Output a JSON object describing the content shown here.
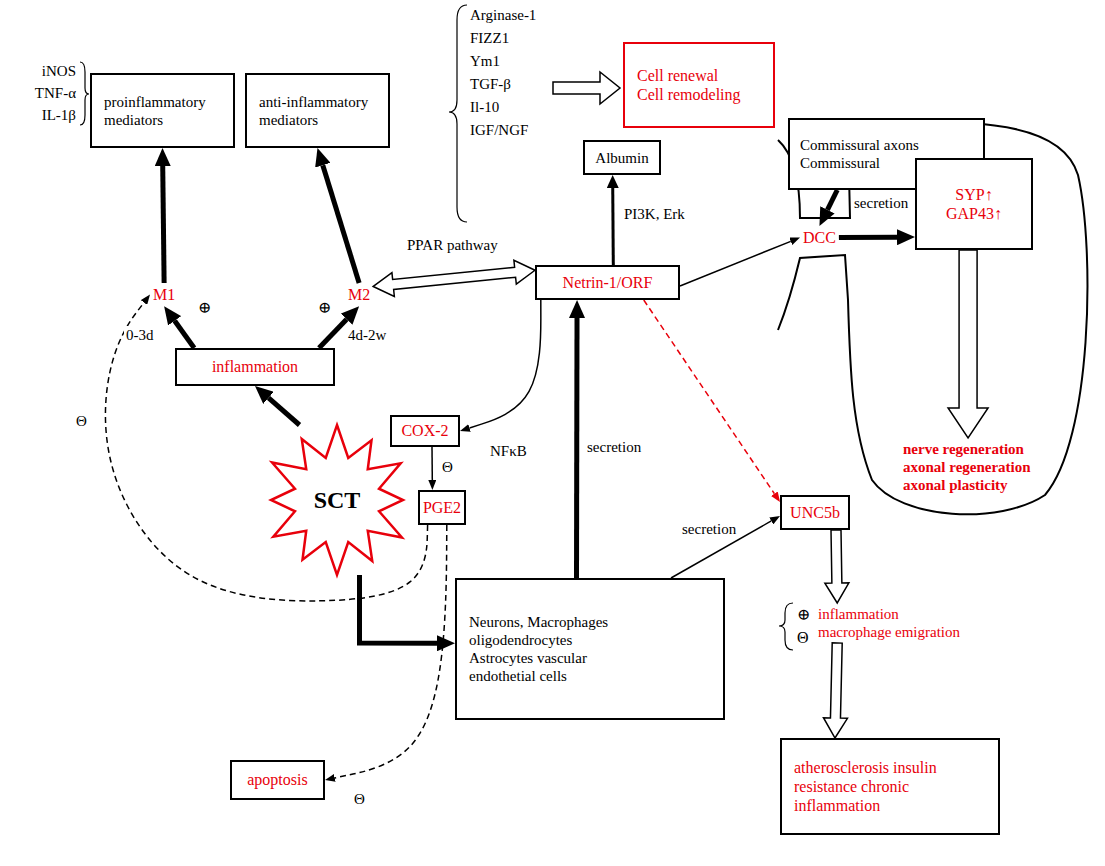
{
  "diagram": {
    "nodes": [
      {
        "text": [
          "proinflammatory mediators"
        ]
      },
      {
        "text": [
          "anti-inflammatory mediators"
        ]
      },
      {
        "text": [
          "Cell renewal Cell remodeling"
        ]
      },
      {
        "text": [
          "Commissural axons Commissural"
        ]
      },
      {
        "text": [
          "Albumin"
        ]
      },
      {
        "text": [
          "SYP↑ GAP43↑"
        ]
      },
      {
        "text": [
          "DCC"
        ]
      },
      {
        "text": [
          "M1"
        ]
      },
      {
        "text": [
          "M2"
        ]
      },
      {
        "text": [
          "Netrin-1/ORF"
        ]
      },
      {
        "text": [
          "inflammation"
        ]
      },
      {
        "text": [
          "nerve regeneration axonal regeneration axonal plasticity"
        ]
      },
      {
        "text": [
          "COX-2"
        ]
      },
      {
        "text": [
          "SCT"
        ]
      },
      {
        "text": [
          "UNC5b"
        ]
      },
      {
        "text": [
          "PGE2"
        ]
      },
      {
        "text": [
          "Neurons, Macrophages oligodendrocytes Astrocytes vascular endothetial cells"
        ]
      },
      {
        "text": [
          "inflammation",
          "macrophage emigration"
        ]
      },
      {
        "text": [
          "atherosclerosis insulin resistance chronic inflammation"
        ]
      },
      {
        "text": [
          "apoptosis"
        ]
      }
    ],
    "edges": [
      {
        "from": 7,
        "to": 0,
        "arrow": "to"
      },
      {
        "from": 8,
        "to": 1,
        "arrow": "to"
      },
      {
        "from": 8,
        "to": 9,
        "arrow": "both",
        "label": "PPAR pathway"
      },
      {
        "from": 9,
        "to": 4,
        "arrow": "to",
        "label": "PI3K, Erk"
      },
      {
        "from": 10,
        "to": 7,
        "arrow": "to",
        "label": "0-3d"
      },
      {
        "from": 10,
        "to": 8,
        "arrow": "to",
        "label": "4d-2w"
      },
      {
        "from": 13,
        "to": 10,
        "arrow": "to"
      },
      {
        "from": 13,
        "to": 16,
        "arrow": "to"
      },
      {
        "from": 16,
        "to": 9,
        "arrow": "to",
        "label": "secretion"
      },
      {
        "from": 16,
        "to": 14,
        "arrow": "to",
        "label": "secretion"
      },
      {
        "from": 9,
        "to": 12,
        "arrow": "to",
        "label": "NFκB"
      },
      {
        "from": 12,
        "to": 15,
        "arrow": "to",
        "label": "Θ"
      },
      {
        "from": 15,
        "to": 7,
        "arrow": "to",
        "label": "Θ"
      },
      {
        "from": 15,
        "to": 19,
        "arrow": "to",
        "label": "Θ"
      },
      {
        "from": 9,
        "to": 6,
        "arrow": "to"
      },
      {
        "from": 9,
        "to": 14,
        "arrow": "to"
      },
      {
        "from": 3,
        "to": 6,
        "arrow": "to",
        "label": "secretion"
      },
      {
        "from": 6,
        "to": 5,
        "arrow": "to"
      },
      {
        "from": 5,
        "to": 11,
        "arrow": "to"
      },
      {
        "from": 14,
        "to": 17,
        "arrow": "to"
      },
      {
        "from": 17,
        "to": 18,
        "arrow": "to"
      }
    ],
    "labels": [
      "iNOS",
      "TNF-α",
      "IL-1β",
      "Arginase-1",
      "FIZZ1",
      "Ym1",
      "TGF-β",
      "Il-10",
      "IGF/NGF",
      "⊕",
      "⊕",
      "⊕",
      "Θ"
    ]
  }
}
